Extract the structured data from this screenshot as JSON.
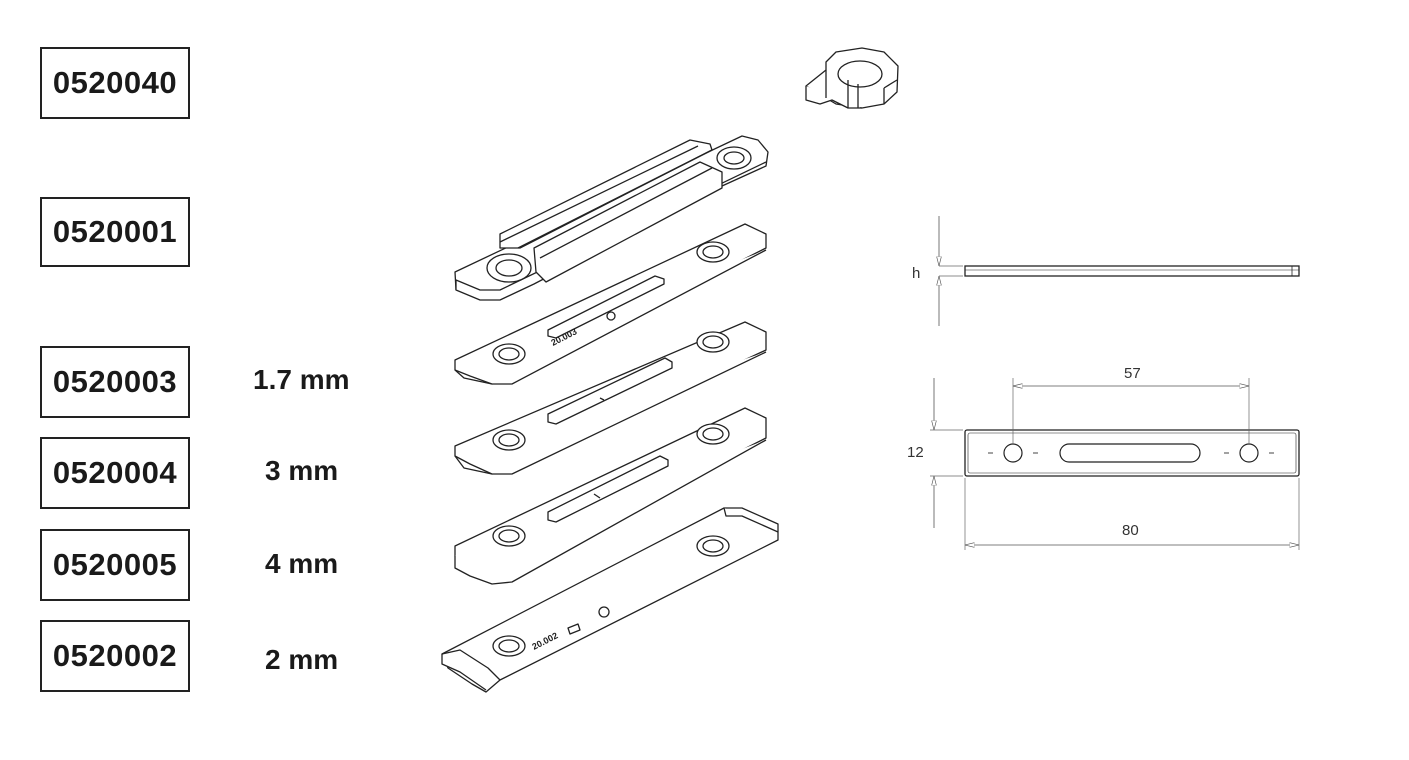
{
  "parts": [
    {
      "code": "0520040",
      "thickness": ""
    },
    {
      "code": "0520001",
      "thickness": ""
    },
    {
      "code": "0520003",
      "thickness": "1.7 mm"
    },
    {
      "code": "0520004",
      "thickness": "3 mm"
    },
    {
      "code": "0520005",
      "thickness": "4 mm"
    },
    {
      "code": "0520002",
      "thickness": "2 mm"
    }
  ],
  "imprints": {
    "plate_0520003": "20.003",
    "plate_0520002": "20.002"
  },
  "dimensions": {
    "height_label": "h",
    "hole_spacing": "57",
    "width": "12",
    "length": "80"
  },
  "colors": {
    "line": "#222222",
    "dim_line": "#555555",
    "box_border": "#222222"
  }
}
